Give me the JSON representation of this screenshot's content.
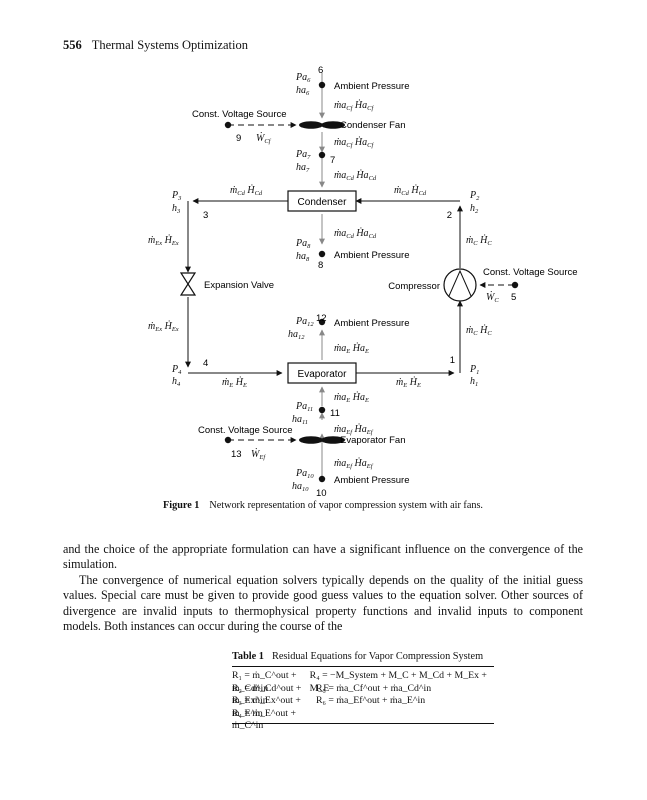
{
  "header": {
    "page_number": "556",
    "running_title": "Thermal Systems Optimization"
  },
  "figure": {
    "caption_label": "Figure 1",
    "caption_text": "Network representation of vapor compression system with air fans.",
    "components": {
      "condenser": "Condenser",
      "evaporator": "Evaporator",
      "compressor": "Compressor",
      "expansion_valve": "Expansion Valve",
      "condenser_fan": "Condenser Fan",
      "evaporator_fan": "Evaporator Fan",
      "ambient_pressure": "Ambient Pressure",
      "const_voltage_source": "Const. Voltage Source"
    },
    "nodes": [
      "1",
      "2",
      "3",
      "4",
      "5",
      "6",
      "7",
      "8",
      "9",
      "10",
      "11",
      "12",
      "13"
    ]
  },
  "paragraphs": [
    "and the choice of the appropriate formulation can have a significant influence on the convergence of the simulation.",
    "The convergence of numerical equation solvers typically depends on the quality of the initial guess values. Special care must be given to provide good guess values to the equation solver. Other sources of divergence are invalid inputs to thermophysical property functions and invalid inputs to component models. Both instances can occur during the course of the"
  ],
  "table": {
    "label": "Table 1",
    "title": "Residual Equations for Vapor Compression System",
    "rows": [
      [
        "R₁ = ṁ_C^out + ṁ_Cd^in",
        "R₄ = −M_System + M_C + M_Cd + M_Ex + M_E"
      ],
      [
        "R₂ = ṁ_Cd^out + ṁ_Ex^in",
        "R₅ = ṁa_Cf^out + ṁa_Cd^in"
      ],
      [
        "R₃ = ṁ_Ex^out + ṁ_E^in",
        "R₆ = ṁa_Ef^out + ṁa_E^in"
      ],
      [
        "R₄ = ṁ_E^out + ṁ_C^in",
        ""
      ]
    ]
  }
}
